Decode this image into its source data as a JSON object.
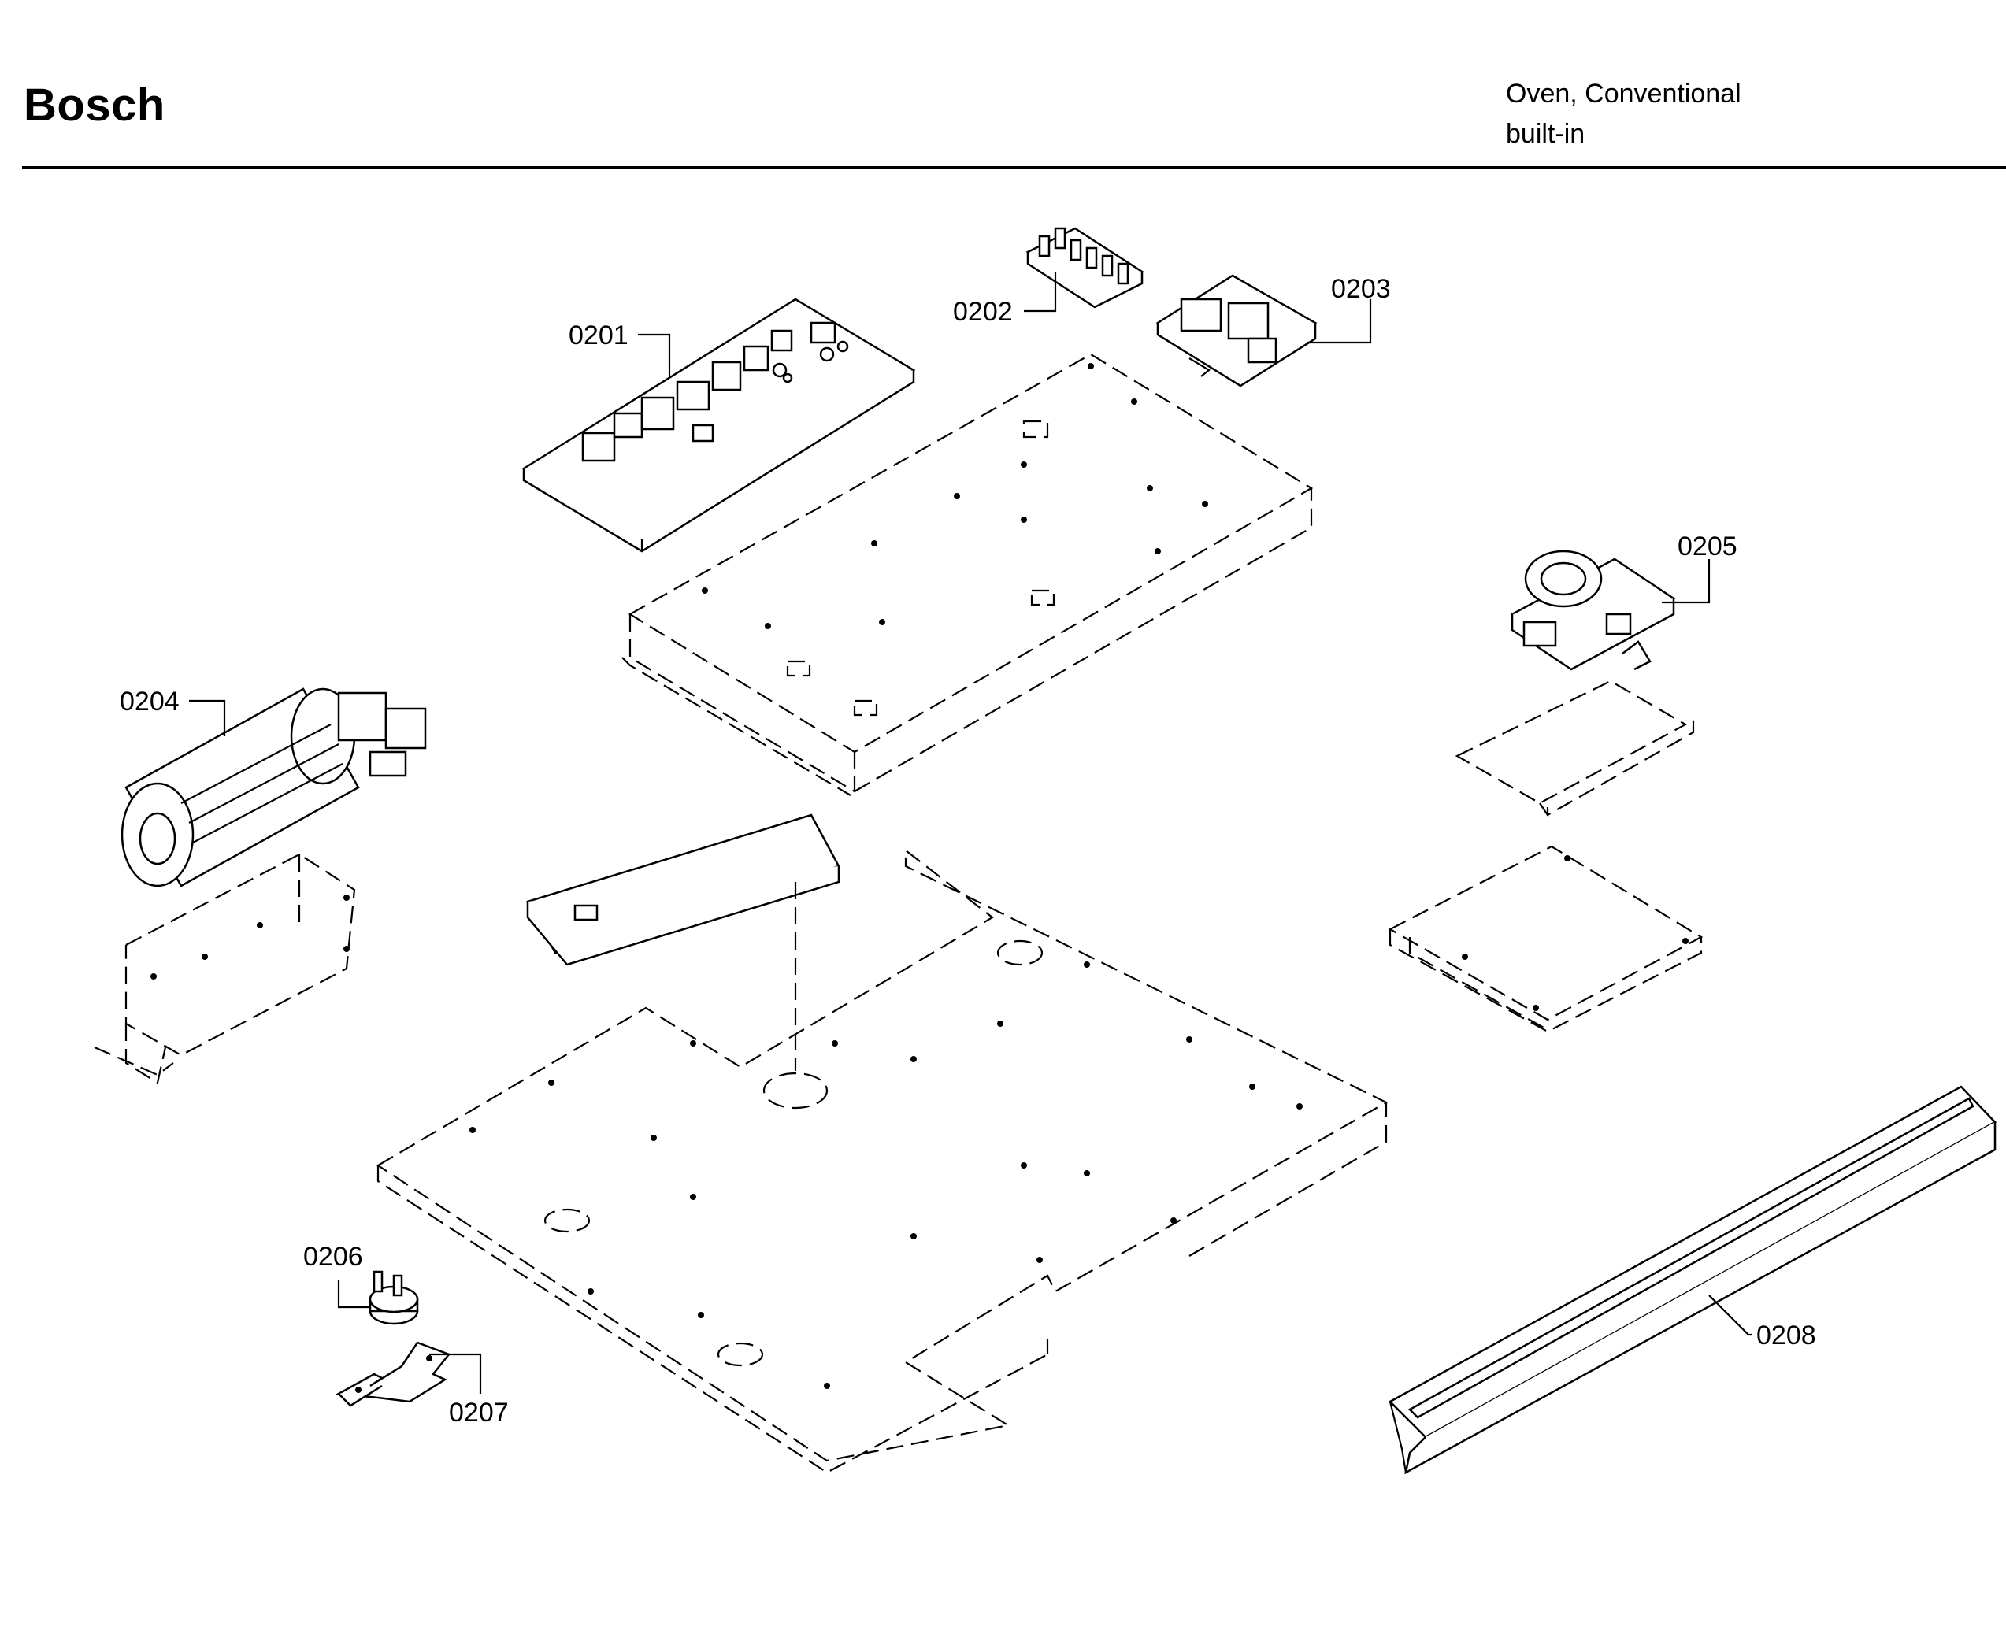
{
  "header": {
    "brand": "Bosch",
    "product_line1": "Oven, Conventional",
    "product_line2": "built-in"
  },
  "parts": [
    {
      "id": "0201"
    },
    {
      "id": "0202"
    },
    {
      "id": "0203"
    },
    {
      "id": "0204"
    },
    {
      "id": "0205"
    },
    {
      "id": "0206"
    },
    {
      "id": "0207"
    },
    {
      "id": "0208"
    }
  ]
}
